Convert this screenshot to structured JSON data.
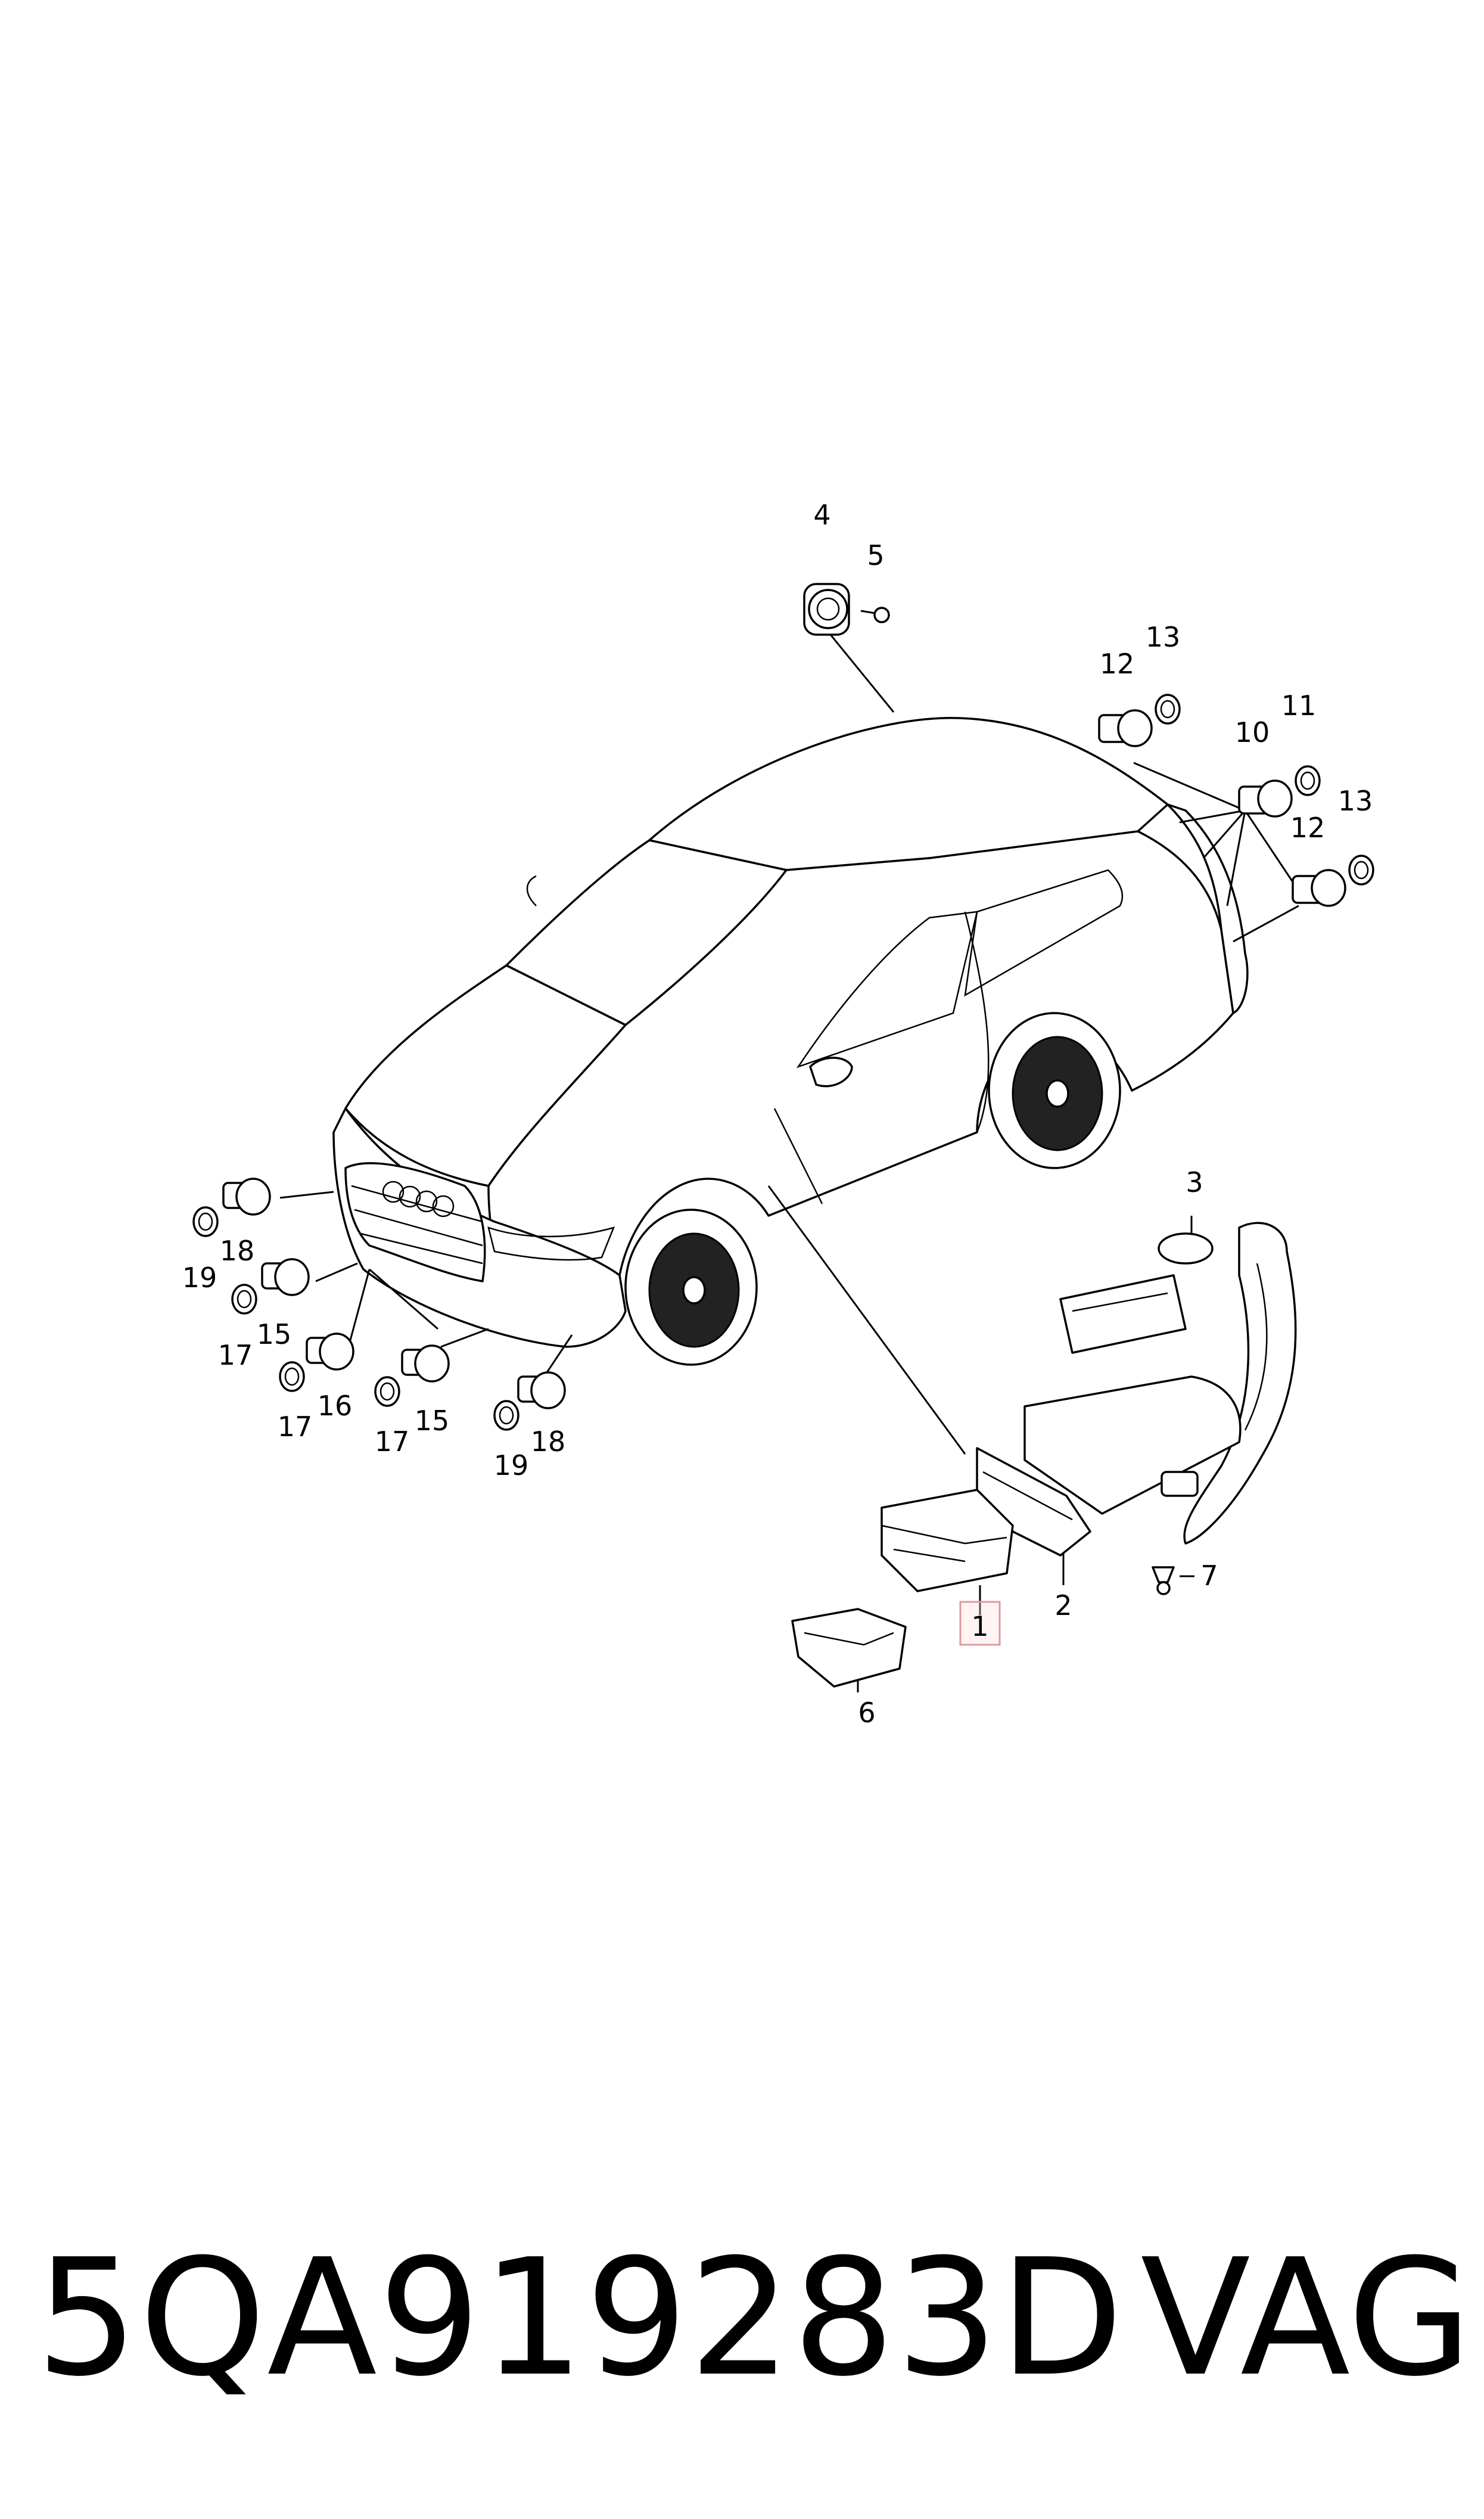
{
  "footer": {
    "part_number": "5QA919283D",
    "brand": "VAG"
  },
  "callouts": {
    "c1": "1",
    "c2": "2",
    "c3": "3",
    "c4": "4",
    "c5": "5",
    "c6": "6",
    "c7": "7",
    "c10": "10",
    "c11": "11",
    "c12a": "12",
    "c12b": "12",
    "c13a": "13",
    "c13b": "13",
    "c15a": "15",
    "c15b": "15",
    "c16": "16",
    "c17a": "17",
    "c17b": "17",
    "c17c": "17",
    "c18a": "18",
    "c18b": "18",
    "c19a": "19",
    "c19b": "19"
  },
  "colors": {
    "line": "#000000",
    "highlight": "#e09aa0"
  }
}
